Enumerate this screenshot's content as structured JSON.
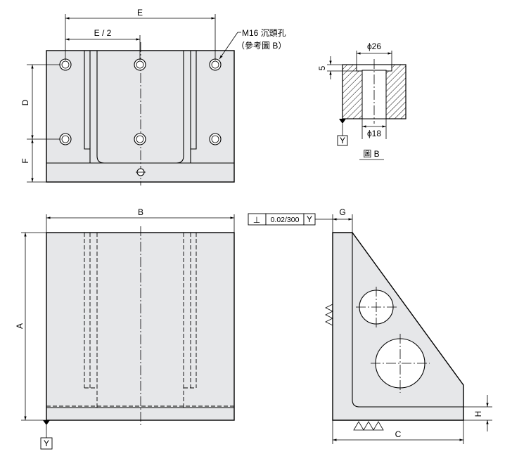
{
  "dimensions": {
    "e": "E",
    "e_half": "E / 2",
    "d": "D",
    "f": "F",
    "b": "B",
    "a": "A",
    "g": "G",
    "c": "C",
    "h": "H"
  },
  "callout": {
    "line1": "M16 沉頭孔",
    "line2": "（參考圖 B）"
  },
  "detail": {
    "dia_top": "ϕ26",
    "depth": "5",
    "dia_bottom": "ϕ18",
    "datum": "Y",
    "caption": "圖 B"
  },
  "tolerance": {
    "symbol": "⊥",
    "value": "0.02/300",
    "datum": "Y"
  },
  "datum_label": "Y"
}
